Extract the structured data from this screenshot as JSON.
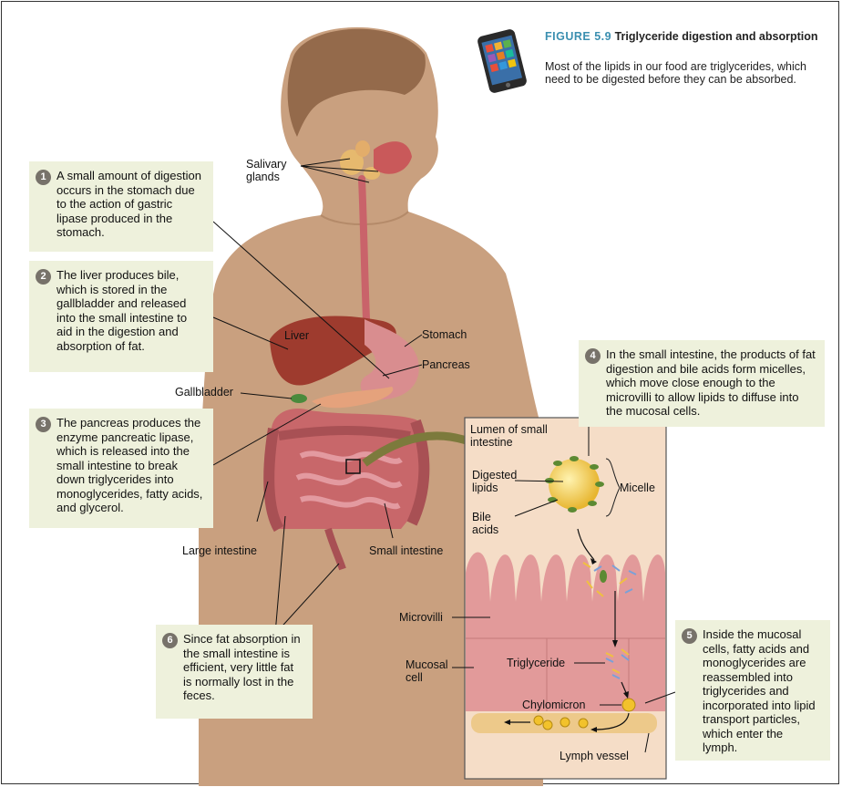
{
  "figure": {
    "number": "FIGURE 5.9",
    "title": "Triglyceride digestion and absorption",
    "caption": "Most of the lipids in our food are triglycerides, which need to be digested before they can be absorbed."
  },
  "callouts": [
    {
      "num": "1",
      "text": "A small amount of digestion occurs in the stomach due to the action of gastric lipase produced in the stomach."
    },
    {
      "num": "2",
      "text": "The liver produces bile, which is stored in the gallbladder and released into the small intestine to aid in the digestion and absorption of fat."
    },
    {
      "num": "3",
      "text": "The pancreas produces the enzyme pancreatic lipase, which is released into the small intestine to break down triglycerides into monoglycerides, fatty acids, and glycerol."
    },
    {
      "num": "4",
      "text": "In the small intestine, the products of fat digestion and bile acids form micelles, which move close enough to the microvilli to allow lipids to diffuse into the mucosal cells."
    },
    {
      "num": "5",
      "text": "Inside the mucosal cells, fatty acids and monoglycerides are reassembled into triglycerides and incorporated into lipid transport particles, which enter the lymph."
    },
    {
      "num": "6",
      "text": "Since fat absorption in the small intestine is efficient, very little fat is normally lost in the feces."
    }
  ],
  "labels": {
    "salivary_glands": "Salivary glands",
    "liver": "Liver",
    "stomach": "Stomach",
    "pancreas": "Pancreas",
    "gallbladder": "Gallbladder",
    "large_intestine": "Large intestine",
    "small_intestine": "Small intestine",
    "lumen": "Lumen of small intestine",
    "digested_lipids": "Digested lipids",
    "bile_acids": "Bile acids",
    "micelle": "Micelle",
    "microvilli": "Microvilli",
    "mucosal_cell": "Mucosal cell",
    "triglyceride": "Triglyceride",
    "chylomicron": "Chylomicron",
    "lymph_vessel": "Lymph vessel"
  },
  "colors": {
    "figure_number": "#3b8fb0",
    "callout_bg": "#eef1dc",
    "number_badge": "#77726a",
    "skin": "#c9a07f",
    "inset_bg": "#f5ddc7"
  }
}
